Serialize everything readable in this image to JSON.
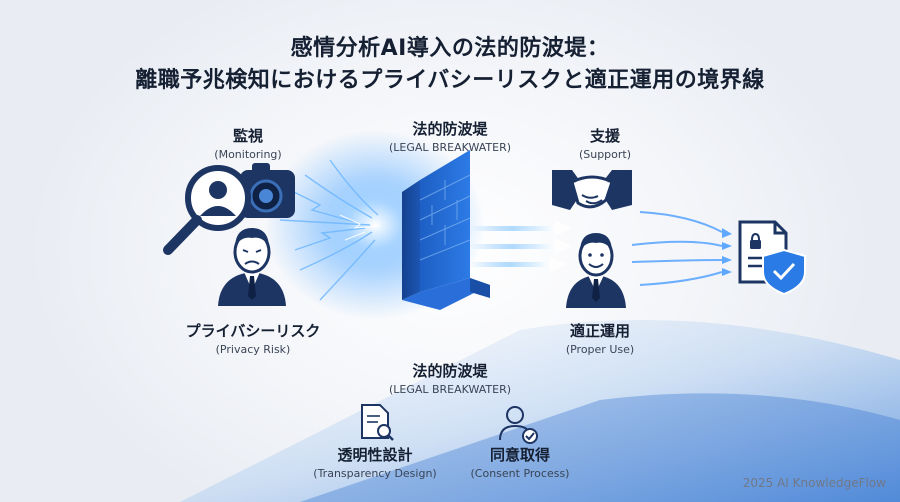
{
  "title": {
    "line1": "感情分析AI導入の法的防波堤：",
    "line2": "離職予兆検知におけるプライバシーリスクと適正運用の境界線"
  },
  "monitoring": {
    "jp": "監視",
    "en": "(Monitoring)"
  },
  "breakwater_top": {
    "jp": "法的防波堤",
    "en": "(LEGAL BREAKWATER)"
  },
  "support": {
    "jp": "支援",
    "en": "(Support)"
  },
  "privacy_risk": {
    "jp": "プライバシーリスク",
    "en": "(Privacy Risk)"
  },
  "proper_use": {
    "jp": "適正運用",
    "en": "(Proper Use)"
  },
  "breakwater_bottom": {
    "jp": "法的防波堤",
    "en": "(LEGAL BREAKWATER)"
  },
  "transparency": {
    "jp": "透明性設計",
    "en": "(Transparency Design)"
  },
  "consent": {
    "jp": "同意取得",
    "en": "(Consent Process)"
  },
  "copyright": "2025 AI KnowledgeFlow",
  "colors": {
    "accent": "#1f6fd6",
    "navy": "#1d3563",
    "dark": "#162033"
  }
}
